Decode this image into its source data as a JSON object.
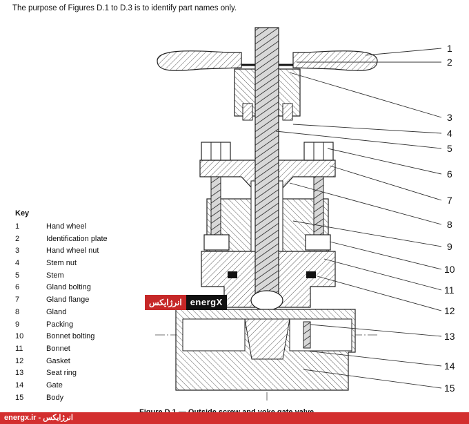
{
  "intro_text": "The purpose of Figures D.1 to D.3 is to identify part names only.",
  "key": {
    "title": "Key",
    "items": [
      {
        "num": "1",
        "name": "Hand wheel"
      },
      {
        "num": "2",
        "name": "Identification plate"
      },
      {
        "num": "3",
        "name": "Hand wheel nut"
      },
      {
        "num": "4",
        "name": "Stem nut"
      },
      {
        "num": "5",
        "name": "Stem"
      },
      {
        "num": "6",
        "name": "Gland bolting"
      },
      {
        "num": "7",
        "name": "Gland flange"
      },
      {
        "num": "8",
        "name": "Gland"
      },
      {
        "num": "9",
        "name": "Packing"
      },
      {
        "num": "10",
        "name": "Bonnet bolting"
      },
      {
        "num": "11",
        "name": "Bonnet"
      },
      {
        "num": "12",
        "name": "Gasket"
      },
      {
        "num": "13",
        "name": "Seat ring"
      },
      {
        "num": "14",
        "name": "Gate"
      },
      {
        "num": "15",
        "name": "Body"
      }
    ]
  },
  "callouts": [
    "1",
    "2",
    "3",
    "4",
    "5",
    "6",
    "7",
    "8",
    "9",
    "10",
    "11",
    "12",
    "13",
    "14",
    "15"
  ],
  "caption": "Figure D.1 — Outside screw and yoke gate valve",
  "watermark": {
    "fa": "انرژایکس",
    "en": "energX"
  },
  "footer": {
    "text": "energx.ir - انرژایکس",
    "color": "#d32f2f"
  }
}
